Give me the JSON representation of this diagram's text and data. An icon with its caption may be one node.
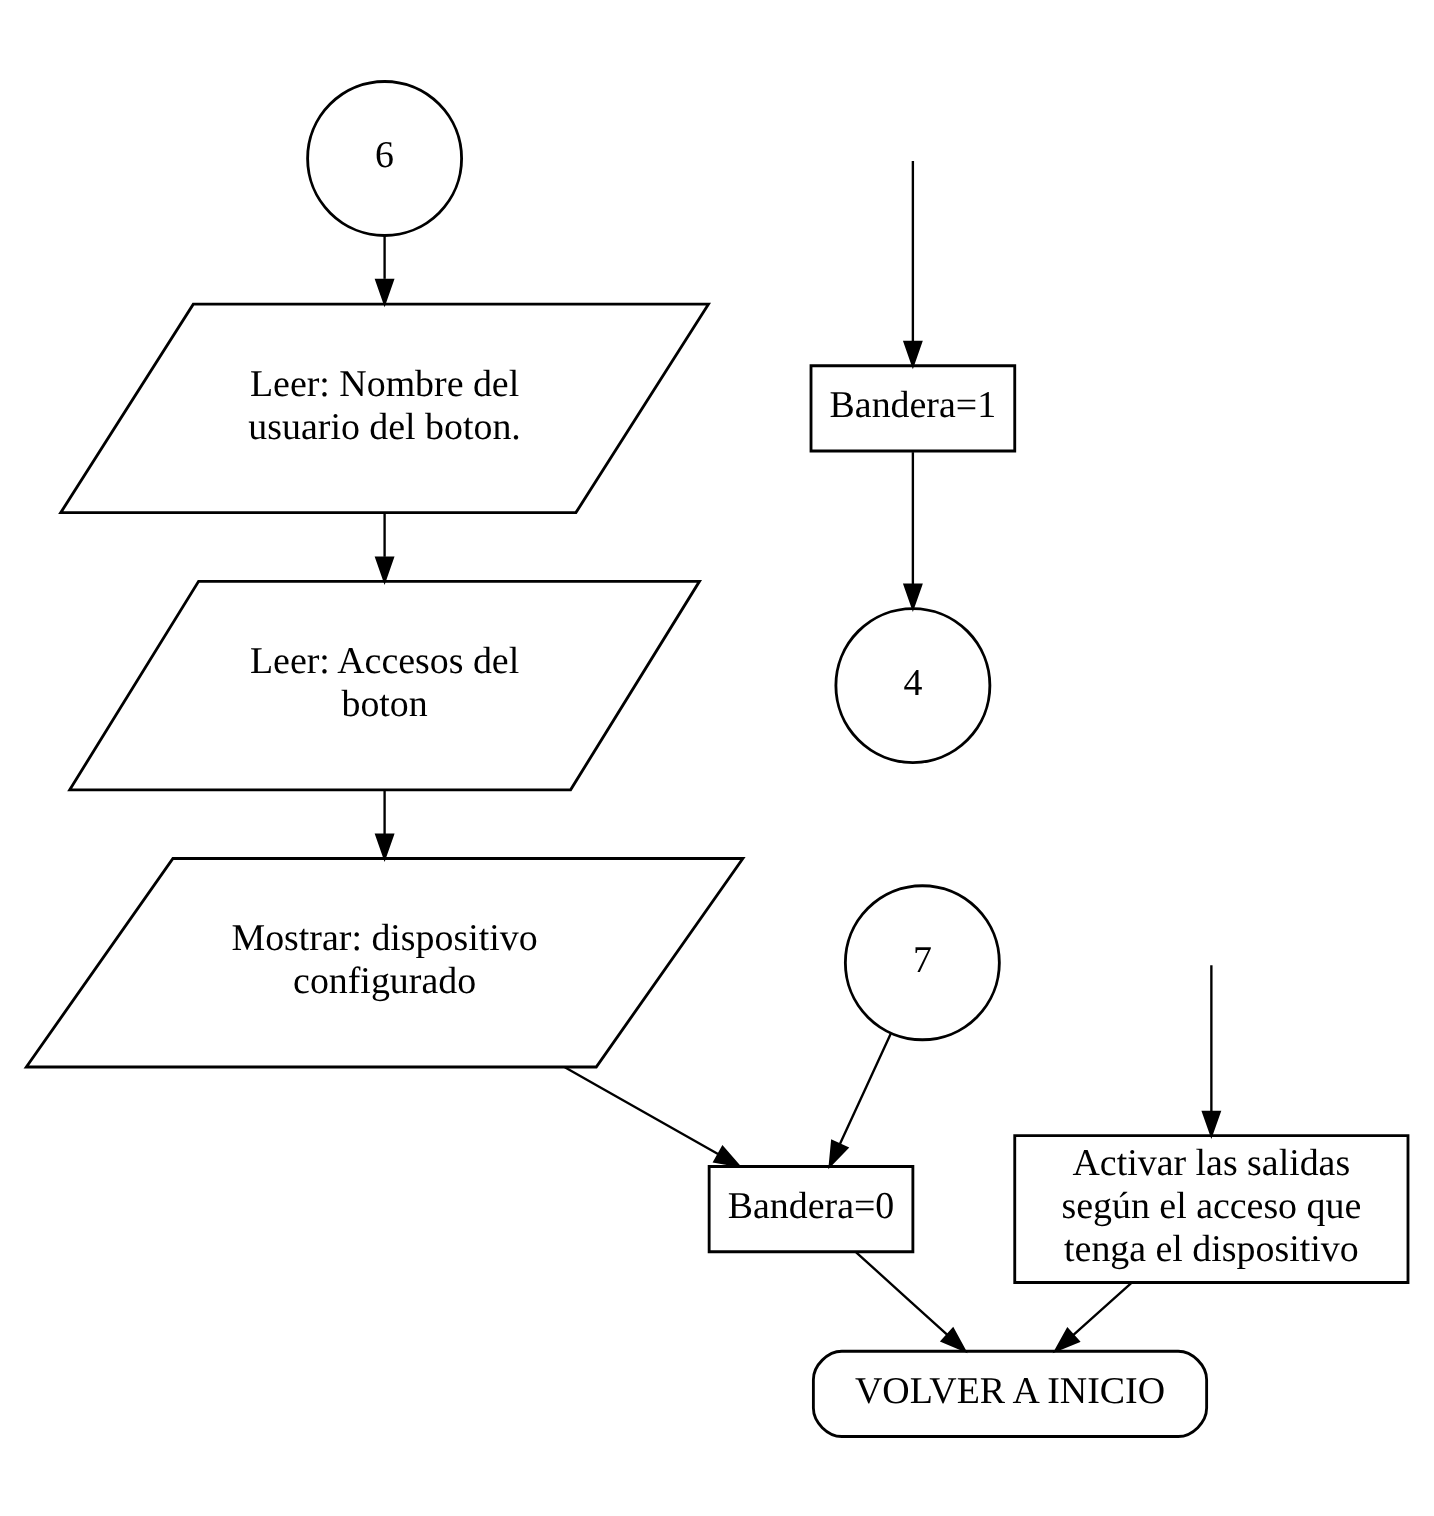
{
  "diagram": {
    "nodes": [
      {
        "text": [
          "6"
        ]
      },
      {
        "text": [
          "Leer: Nombre del usuario del boton."
        ]
      },
      {
        "text": [
          "Leer: Accesos del boton"
        ]
      },
      {
        "text": [
          "Mostrar: dispositivo configurado"
        ]
      },
      {
        "text": [
          "Bandera=0"
        ]
      },
      {
        "text": [
          "7"
        ]
      },
      {
        "text": [
          "VOLVER A INICIO"
        ]
      },
      {
        "text": [
          "4"
        ]
      },
      {
        "text": [
          "Bandera=1"
        ]
      },
      {
        "text": [
          "Activar las salidas según el acceso que tenga el dispositivo"
        ]
      }
    ],
    "edges": [
      {
        "from": 0,
        "to": 1,
        "arrow": "to"
      },
      {
        "from": 1,
        "to": 2,
        "arrow": "to"
      },
      {
        "from": 2,
        "to": 3,
        "arrow": "to"
      },
      {
        "from": 3,
        "to": 4,
        "arrow": "to"
      },
      {
        "from": 5,
        "to": 4,
        "arrow": "to"
      },
      {
        "from": 4,
        "to": 6,
        "arrow": "to"
      },
      {
        "from": 9,
        "to": 6,
        "arrow": "to"
      },
      {
        "from": 8,
        "to": 7,
        "arrow": "to"
      },
      {
        "from": null,
        "to": 8,
        "arrow": "to"
      },
      {
        "from": null,
        "to": 9,
        "arrow": "to"
      }
    ]
  }
}
